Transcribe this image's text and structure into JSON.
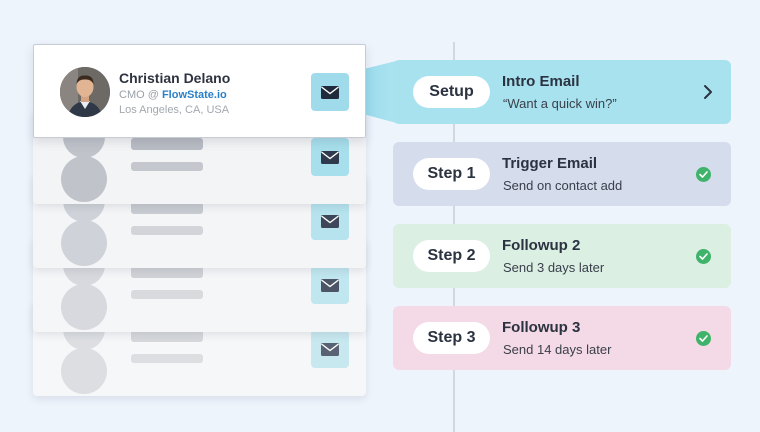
{
  "contact": {
    "name": "Christian Delano",
    "role_prefix": "CMO @ ",
    "company": "FlowState.io",
    "location": "Los Angeles, CA, USA"
  },
  "sequence": [
    {
      "pill": "Setup",
      "title": "Intro Email",
      "subtitle": "“Want a quick win?”",
      "icon": "chevron-right-icon"
    },
    {
      "pill": "Step 1",
      "title": "Trigger Email",
      "subtitle": "Send on contact add",
      "icon": "check-circle-icon"
    },
    {
      "pill": "Step 2",
      "title": "Followup 2",
      "subtitle": "Send 3 days later",
      "icon": "check-circle-icon"
    },
    {
      "pill": "Step 3",
      "title": "Followup 3",
      "subtitle": "Send 14 days later",
      "icon": "check-circle-icon"
    }
  ],
  "colors": {
    "background": "#eef4fc",
    "setup": "#a9e2ef",
    "step1": "#d5dcec",
    "step2": "#dcefe3",
    "step3": "#f4d9e6",
    "check": "#3fb36a",
    "company_link": "#2a7fc9"
  }
}
